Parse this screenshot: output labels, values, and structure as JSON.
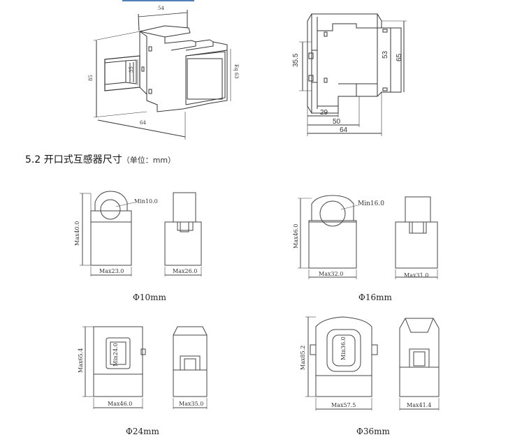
{
  "top_iso": {
    "width_label": "54",
    "height_label": "85",
    "rail_label": "35",
    "depth_label": "64",
    "side_label": "Eq 63"
  },
  "top_side": {
    "rail_label": "35.5",
    "inner_label": "53",
    "outer_label": "65",
    "dim1": "29",
    "dim2": "50",
    "dim3": "64"
  },
  "section": {
    "number": "5.2",
    "title": "开口式互感器尺寸",
    "unit": "（单位：mm）"
  },
  "sensors": [
    {
      "caption": "Φ10mm",
      "min_label": "Min10.0",
      "max_h": "Max40.0",
      "max_w1": "Max23.0",
      "max_w2": "Max26.0"
    },
    {
      "caption": "Φ16mm",
      "min_label": "Min16.0",
      "max_h": "Max46.0",
      "max_w1": "Max32.0",
      "max_w2": "Max31.0"
    },
    {
      "caption": "Φ24mm",
      "min_label": "Min24.0",
      "max_h": "Max65.4",
      "max_w1": "Max46.0",
      "max_w2": "Max35.0"
    },
    {
      "caption": "Φ36mm",
      "min_label": "Min36.0",
      "max_h": "Max85.2",
      "max_w1": "Max57.5",
      "max_w2": "Max41.4"
    }
  ]
}
